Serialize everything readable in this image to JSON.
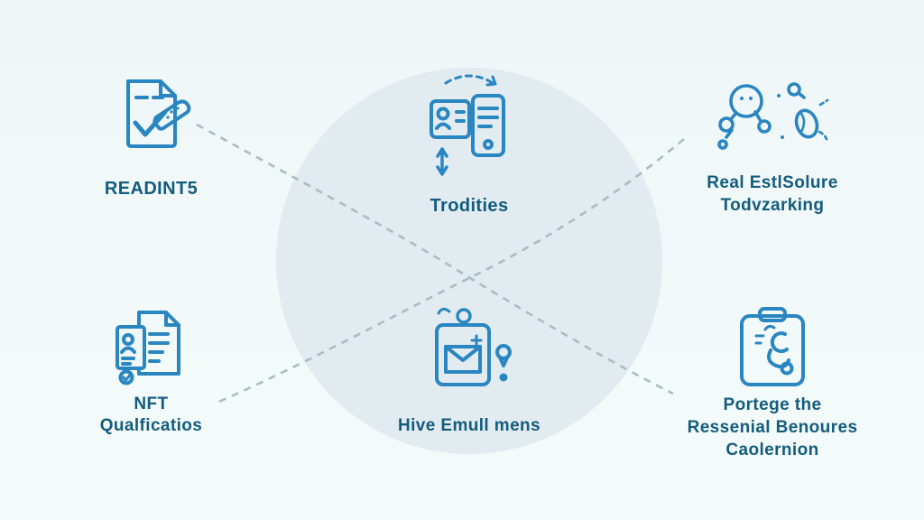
{
  "colors": {
    "bg-top": "#eef6f7",
    "bg-bottom": "#f4fbfb",
    "circle": "#dfe9ee",
    "icon": "#2a86c0",
    "label": "#135c7d",
    "connector": "#a8bdc6"
  },
  "items": [
    {
      "icon": "document-check-icon",
      "label_lines": [
        "READINT5"
      ]
    },
    {
      "icon": "card-stack-icon",
      "label_lines": [
        "Trodities"
      ]
    },
    {
      "icon": "network-analysis-icon",
      "label_lines": [
        "Real EstlSolure",
        "Todvzarking"
      ]
    },
    {
      "icon": "id-documents-icon",
      "label_lines": [
        "NFT",
        "Qualficatios"
      ]
    },
    {
      "icon": "mail-tag-icon",
      "label_lines": [
        "Hive Emull mens"
      ]
    },
    {
      "icon": "clipboard-report-icon",
      "label_lines": [
        "Portege the",
        "Ressenial Benoures",
        "Caolernion"
      ]
    }
  ]
}
